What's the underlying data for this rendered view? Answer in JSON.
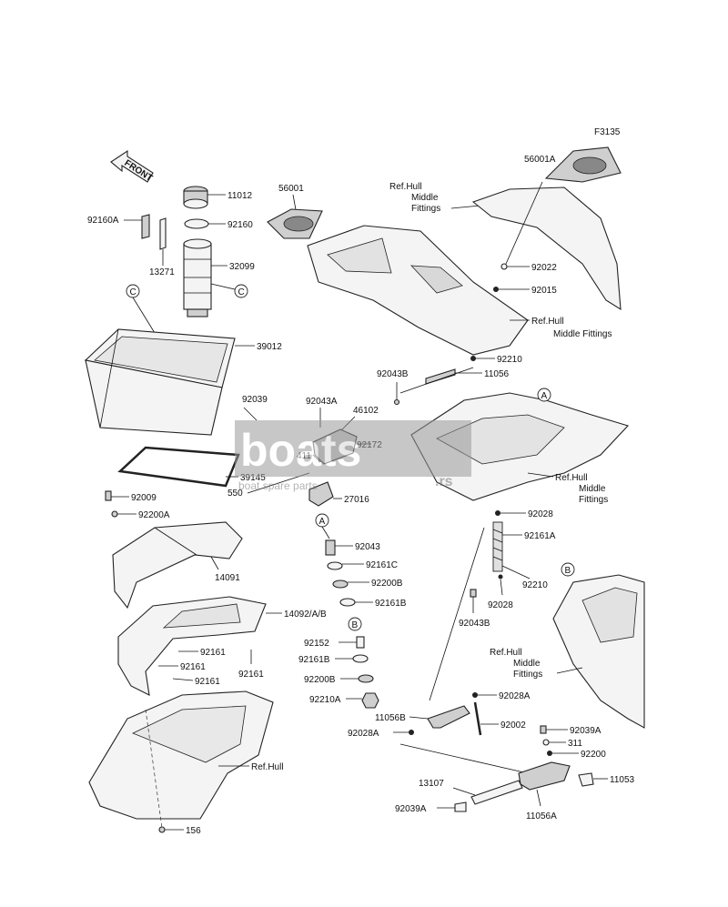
{
  "figure_code": "F3135",
  "front_label": "FRONT",
  "circle_refs": [
    "A",
    "B",
    "C"
  ],
  "watermark": {
    "brand": "boats",
    "suffix": ".rs",
    "tagline": "boat spare parts"
  },
  "labels": {
    "l11012": "11012",
    "l92160A": "92160A",
    "l92160": "92160",
    "l13271": "13271",
    "l32099": "32099",
    "l39012": "39012",
    "l92039": "92039",
    "l39145": "39145",
    "l92009": "92009",
    "l92200A": "92200A",
    "l14091": "14091",
    "l14092": "14092/A/B",
    "l92161a": "92161",
    "l92161b": "92161",
    "l92161c": "92161",
    "l92161d": "92161",
    "lRefHull": "Ref.Hull",
    "l156": "156",
    "l56001": "56001",
    "lRefHullMid1a": "Ref.Hull",
    "lRefHullMid1b": "Middle",
    "lRefHullMid1c": "Fittings",
    "l56001A": "56001A",
    "l92022": "92022",
    "l92015": "92015",
    "lRefHullMid2a": "Ref.Hull",
    "lRefHullMid2b": "Middle Fittings",
    "l92210a": "92210",
    "l92043B": "92043B",
    "l11056": "11056",
    "l92043A": "92043A",
    "l46102": "46102",
    "l92172": "92172",
    "l411": "411",
    "l550": "550",
    "l27016": "27016",
    "l92043": "92043",
    "l92161C": "92161C",
    "l92200B": "92200B",
    "l92161B": "92161B",
    "l92152": "92152",
    "l92161B2": "92161B",
    "l92200B2": "92200B",
    "l92210A": "92210A",
    "lRefHullMid3a": "Ref.Hull",
    "lRefHullMid3b": "Middle",
    "lRefHullMid3c": "Fittings",
    "l92028a": "92028",
    "l92161A": "92161A",
    "l92210b": "92210",
    "l92028b": "92028",
    "l92043B2": "92043B",
    "lRefHullMid4a": "Ref.Hull",
    "lRefHullMid4b": "Middle",
    "lRefHullMid4c": "Fittings",
    "l92028A": "92028A",
    "l11056B": "11056B",
    "l92002": "92002",
    "l92028A2": "92028A",
    "l92039A": "92039A",
    "l311": "311",
    "l92200": "92200",
    "l13107": "13107",
    "l11053": "11053",
    "l92039A2": "92039A",
    "l11056A": "11056A"
  }
}
